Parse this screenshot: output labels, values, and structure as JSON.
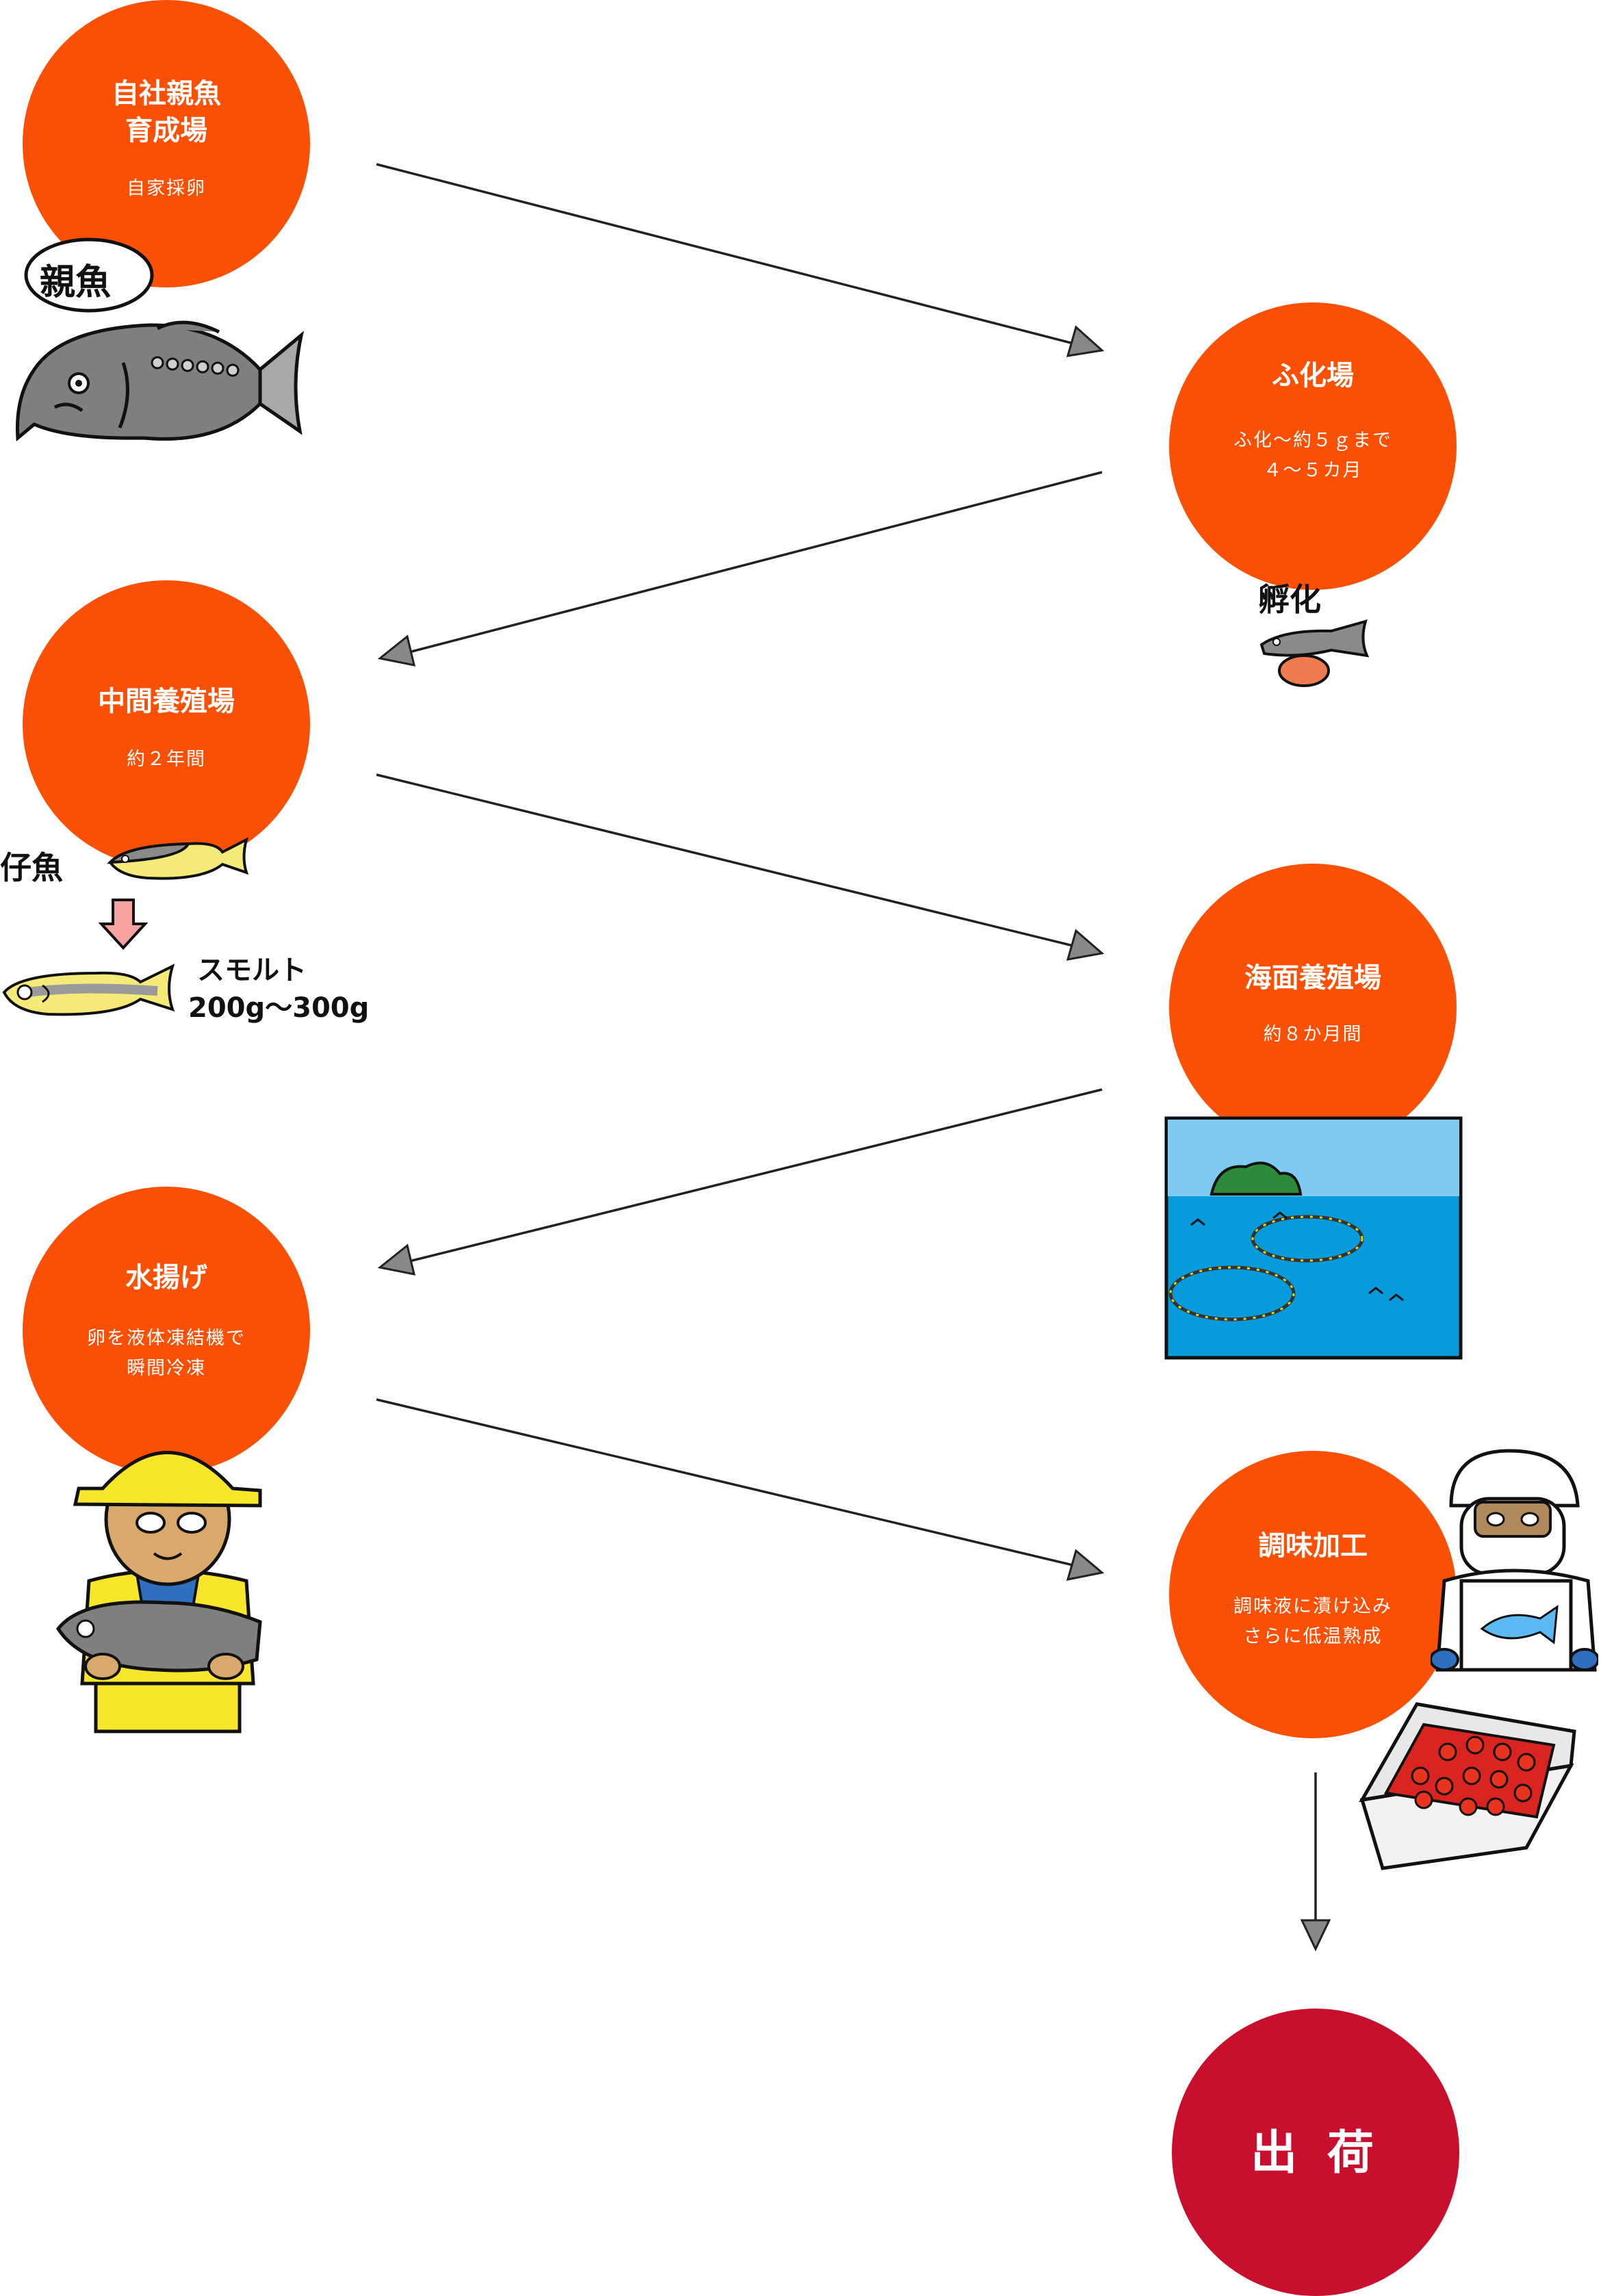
{
  "colors": {
    "step_circle": "#fa5006",
    "final_circle": "#c8102e",
    "arrow": "#222222",
    "arrowhead": "#888888"
  },
  "steps": [
    {
      "title_lines": [
        "自社親魚",
        "育成場"
      ],
      "detail_lines": [
        "自家採卵"
      ],
      "label": "親魚"
    },
    {
      "title_lines": [
        "ふ化場"
      ],
      "detail_lines": [
        "ふ化～約５ｇまで",
        "４～５カ月"
      ],
      "label": "孵化"
    },
    {
      "title_lines": [
        "中間養殖場"
      ],
      "detail_lines": [
        "約２年間"
      ],
      "label": "仔魚",
      "label2": "スモルト",
      "label3": "200g～300g"
    },
    {
      "title_lines": [
        "海面養殖場"
      ],
      "detail_lines": [
        "約８か月間"
      ]
    },
    {
      "title_lines": [
        "水揚げ"
      ],
      "detail_lines": [
        "卵を液体凍結機で",
        "瞬間冷凍"
      ]
    },
    {
      "title_lines": [
        "調味加工"
      ],
      "detail_lines": [
        "調味液に漬け込み",
        "さらに低温熟成"
      ]
    }
  ],
  "final": {
    "title": "出 荷"
  }
}
